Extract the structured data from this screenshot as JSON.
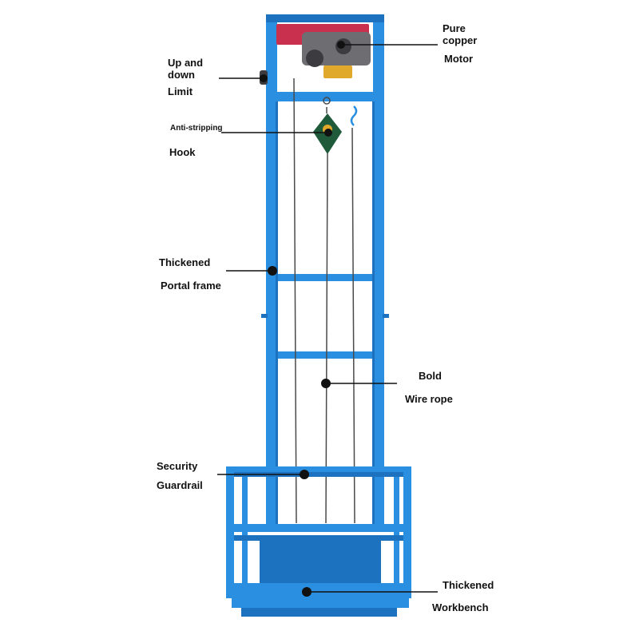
{
  "colors": {
    "frame": "#2a8fe0",
    "frame_dark": "#1c72bf",
    "hoist_body": "#c9304d",
    "motor": "#6e6e72",
    "gearbox": "#e0a92c",
    "pulley": "#1f5a3a",
    "rope": "#4a4a4a",
    "leader": "#111111"
  },
  "icons": {
    "motor": "electric-hoist-icon",
    "limit": "limit-switch-icon",
    "hook": "pulley-hook-icon"
  },
  "callouts": {
    "motor": {
      "line1": "Pure",
      "line2": "copper",
      "line3": "Motor"
    },
    "limit": {
      "line1": "Up and",
      "line2": "down",
      "line3": "Limit"
    },
    "hook": {
      "line1": "Anti-stripping",
      "line2": "Hook"
    },
    "frame": {
      "line1": "Thickened",
      "line2": "Portal frame"
    },
    "rope": {
      "line1": "Bold",
      "line2": "Wire rope"
    },
    "guardrail": {
      "line1": "Security",
      "line2": "Guardrail"
    },
    "workbench": {
      "line1": "Thickened",
      "line2": "Workbench"
    }
  }
}
